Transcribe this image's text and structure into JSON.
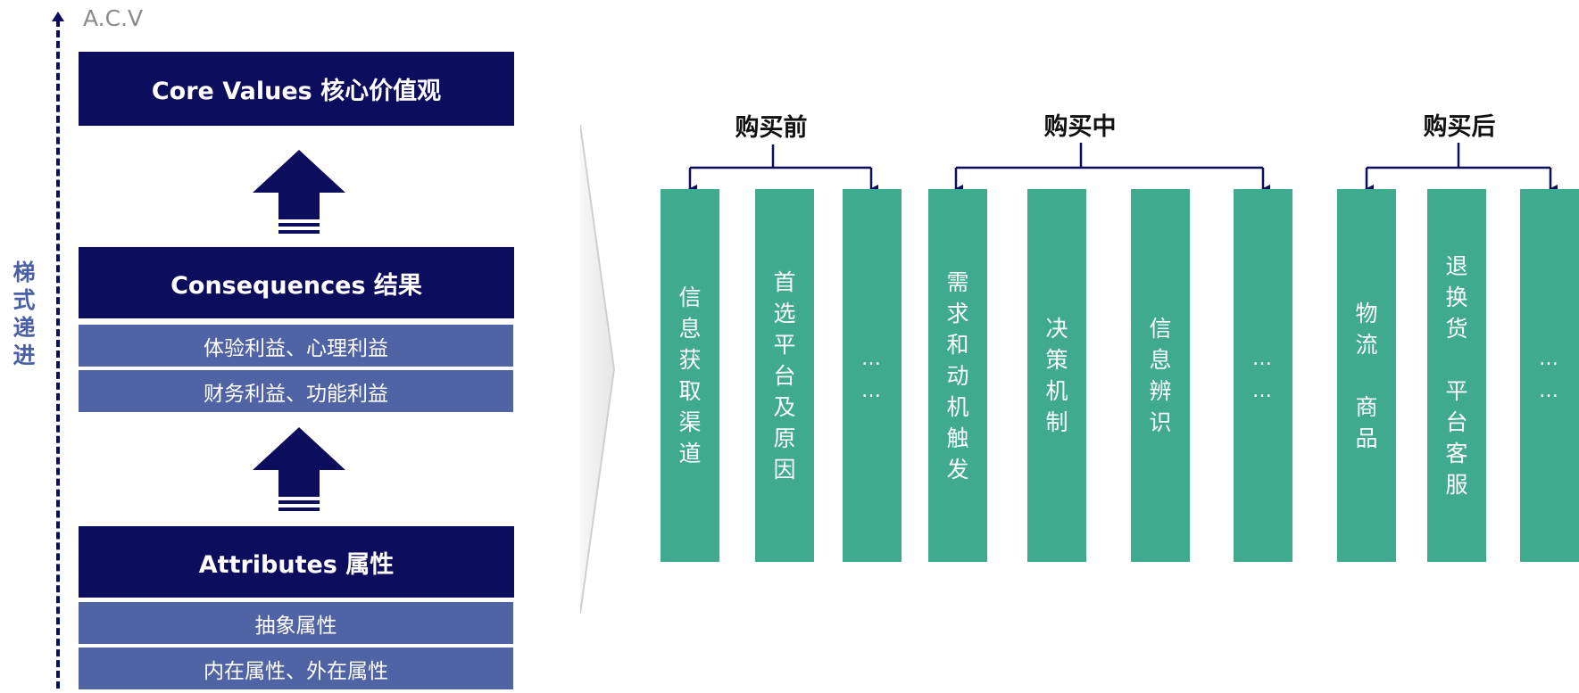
{
  "axis": {
    "top_label": "A.C.V",
    "side_label": "梯\n式\n递\n进"
  },
  "levels": {
    "core": {
      "title": "Core Values 核心价值观"
    },
    "consequences": {
      "title": "Consequences 结果",
      "items": [
        "体验利益、心理利益",
        "财务利益、功能利益"
      ]
    },
    "attributes": {
      "title": "Attributes 属性",
      "items": [
        "抽象属性",
        "内在属性、外在属性"
      ]
    }
  },
  "phases": [
    {
      "title": "购买前",
      "columns": [
        "信\n息\n获\n取\n渠\n道",
        "首\n选\n平\n台\n及\n原\n因",
        "…\n…"
      ]
    },
    {
      "title": "购买中",
      "columns": [
        "需\n求\n和\n动\n机\n触\n发",
        "决\n策\n机\n制",
        "信\n息\n辨\n识",
        "…\n…"
      ]
    },
    {
      "title": "购买后",
      "columns": [
        "物\n流\n\n商\n品",
        "退\n换\n货\n\n平\n台\n客\n服",
        "…\n…"
      ]
    }
  ],
  "colors": {
    "navy": "#0d0d5e",
    "steel_blue": "#4f63a5",
    "teal": "#3faa8e",
    "axis_label": "#4a5fa6"
  }
}
